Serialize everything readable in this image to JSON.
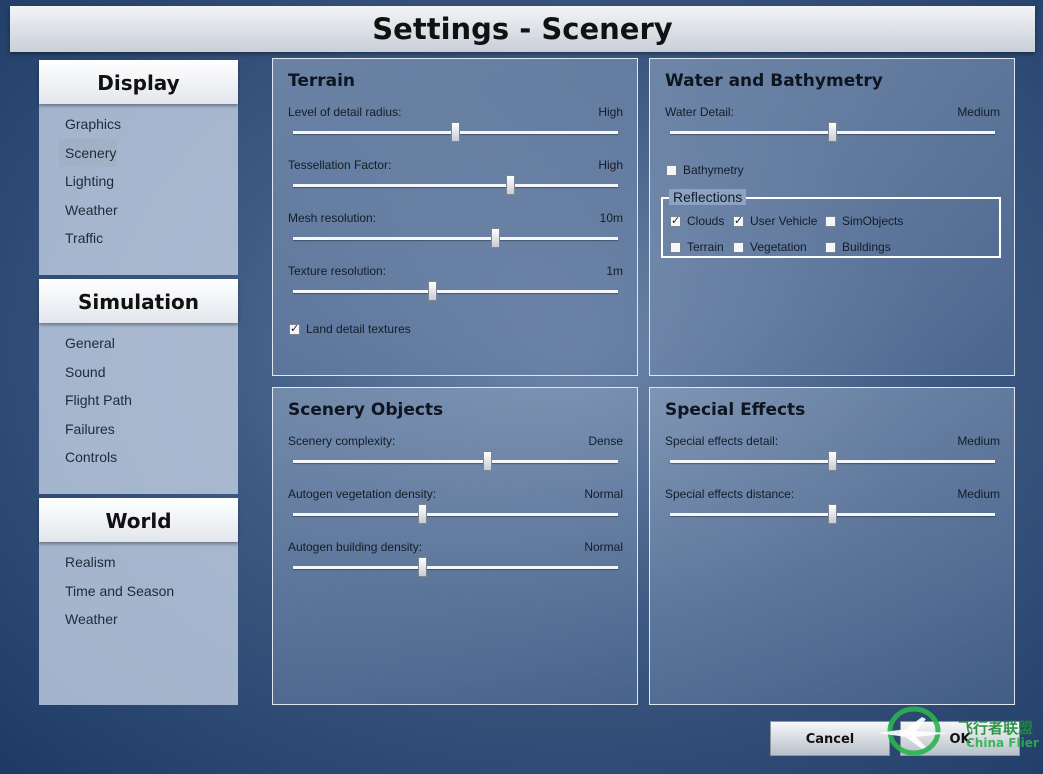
{
  "window": {
    "title": "Settings - Scenery"
  },
  "sidebar": {
    "display": {
      "header": "Display",
      "items": [
        "Graphics",
        "Scenery",
        "Lighting",
        "Weather",
        "Traffic"
      ],
      "active": "Scenery"
    },
    "simulation": {
      "header": "Simulation",
      "items": [
        "General",
        "Sound",
        "Flight Path",
        "Failures",
        "Controls"
      ]
    },
    "world": {
      "header": "World",
      "items": [
        "Realism",
        "Time and Season",
        "Weather"
      ]
    }
  },
  "terrain": {
    "title": "Terrain",
    "settings": [
      {
        "label": "Level of detail radius:",
        "value": "High",
        "level": 0.5
      },
      {
        "label": "Tessellation Factor:",
        "value": "High",
        "level": 0.67
      },
      {
        "label": "Mesh resolution:",
        "value": "10m",
        "level": 0.625
      },
      {
        "label": "Texture resolution:",
        "value": "1m",
        "level": 0.43
      }
    ],
    "land_detail": {
      "label": "Land detail textures",
      "checked": true
    }
  },
  "water": {
    "title": "Water and Bathymetry",
    "detail": {
      "label": "Water Detail:",
      "value": "Medium",
      "level": 0.5
    },
    "bathymetry": {
      "label": "Bathymetry",
      "checked": false
    },
    "reflections": {
      "legend": "Reflections",
      "items": [
        {
          "label": "Clouds",
          "checked": true
        },
        {
          "label": "User Vehicle",
          "checked": true
        },
        {
          "label": "SimObjects",
          "checked": false
        },
        {
          "label": "Terrain",
          "checked": false
        },
        {
          "label": "Vegetation",
          "checked": false
        },
        {
          "label": "Buildings",
          "checked": false
        }
      ]
    }
  },
  "scenery_objects": {
    "title": "Scenery Objects",
    "settings": [
      {
        "label": "Scenery complexity:",
        "value": "Dense",
        "level": 0.6
      },
      {
        "label": "Autogen vegetation density:",
        "value": "Normal",
        "level": 0.4
      },
      {
        "label": "Autogen building density:",
        "value": "Normal",
        "level": 0.4
      }
    ]
  },
  "special_effects": {
    "title": "Special Effects",
    "settings": [
      {
        "label": "Special effects detail:",
        "value": "Medium",
        "level": 0.5
      },
      {
        "label": "Special effects distance:",
        "value": "Medium",
        "level": 0.5
      }
    ]
  },
  "footer": {
    "cancel": "Cancel",
    "ok": "OK"
  },
  "watermark": {
    "text_cn": "飞行者联盟",
    "text_en": "China Flier"
  },
  "colors": {
    "panel_border": "#dfe6ef",
    "background_dark": "#1d3a66"
  }
}
